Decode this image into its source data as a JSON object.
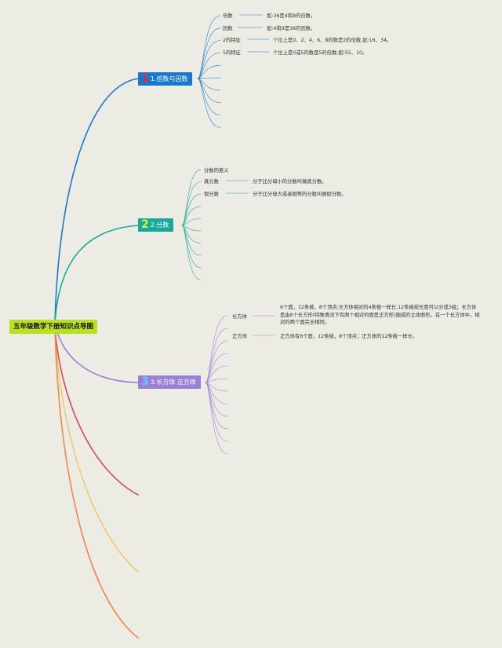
{
  "root": {
    "label": "五年级数学下册知识点导图"
  },
  "colors": {
    "b1": "#1878d0",
    "b2": "#1aa89c",
    "b3": "#9a7fd6",
    "b4": "#e0455a",
    "b5": "#f0b830",
    "b6": "#f2874a",
    "num1": "#ff2020",
    "num2": "#d8f030",
    "num3": "#60c8ff"
  },
  "branches": [
    {
      "num": "1",
      "label": "1.倍数与因数",
      "items": [
        {
          "label": "倍数",
          "text": "如:36是4和9的倍数。"
        },
        {
          "label": "因数",
          "text": "如:4和9是36的因数。"
        },
        {
          "label": "2的特征",
          "text": "个位上是0、2、4、6、8的数是2的倍数,如:16、34。"
        },
        {
          "label": "5的特征",
          "text": "个位上是0或5的数是5的倍数,如:55、10。"
        }
      ]
    },
    {
      "num": "2",
      "label": "2.分数",
      "items": [
        {
          "label": "分数的意义",
          "text": ""
        },
        {
          "label": "真分数",
          "text": "分子比分母小的分数叫做真分数。"
        },
        {
          "label": "假分数",
          "text": "分子比分母大或者相等的分数叫做假分数。"
        }
      ]
    },
    {
      "num": "3",
      "label": "3.长方体 正方体",
      "items": [
        {
          "label": "长方体",
          "text": "6个面，12条棱，8个顶点;长方体相对的4条棱一样长,12条棱按长度可以分成3组；长方体是由6个长方形(特殊情况下有两个相对的面是正方形)围成的立体图形。在一个长方体中，相对的两个面完全相同。"
        },
        {
          "label": "正方体",
          "text": "正方体有6个面，12条棱，8个顶点；正方体的12条棱一样长。"
        }
      ]
    }
  ]
}
